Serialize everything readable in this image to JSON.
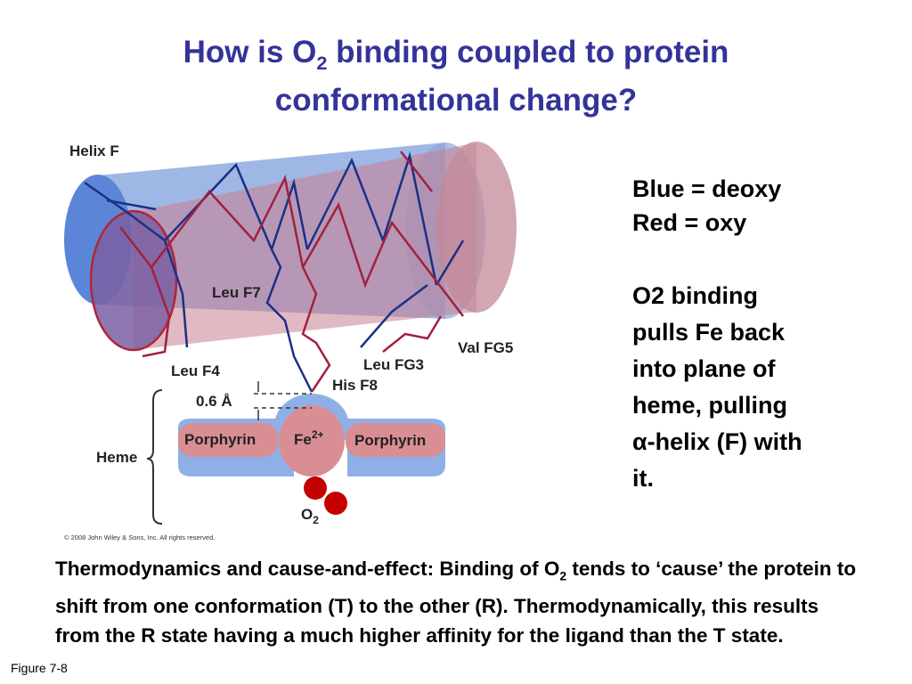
{
  "title": {
    "line1_prefix": "How is O",
    "line1_sub": "2",
    "line1_suffix": " binding coupled to protein",
    "line2": "conformational change?"
  },
  "legend": {
    "blue": "Blue = deoxy",
    "red": "Red = oxy"
  },
  "explanation": {
    "line1": "O2 binding",
    "line2": "pulls Fe back",
    "line3": "into plane of",
    "line4": "heme, pulling",
    "alpha": "α",
    "line5_rest": "-helix (F) with",
    "line6": "it."
  },
  "bottom_text": {
    "part1": "Thermodynamics and cause-and-effect: Binding of O",
    "sub": "2",
    "part2": " tends to ‘cause’ the protein to shift from one conformation (T) to the other (R).  Thermodynamically, this results from the R state having a much higher affinity for the ligand than the T state."
  },
  "figure_label": "Figure 7-8",
  "diagram": {
    "helix_label": "Helix F",
    "leu_f7": "Leu F7",
    "leu_f4": "Leu F4",
    "leu_fg3": "Leu FG3",
    "val_fg5": "Val FG5",
    "his_f8": "His F8",
    "distance": "0.6 Å",
    "heme": "Heme",
    "porphyrin_left": "Porphyrin",
    "porphyrin_right": "Porphyrin",
    "fe": "Fe",
    "fe_charge": "2+",
    "o2": "O",
    "o2_sub": "2",
    "copyright": "© 2008 John Wiley & Sons, Inc. All rights reserved."
  },
  "colors": {
    "title": "#33339a",
    "deoxy_blue": "#5b86d8",
    "oxy_red": "#c24a5a",
    "deoxy_line": "#1c2f86",
    "oxy_line": "#a3203e",
    "o2_atom": "#c40000"
  }
}
